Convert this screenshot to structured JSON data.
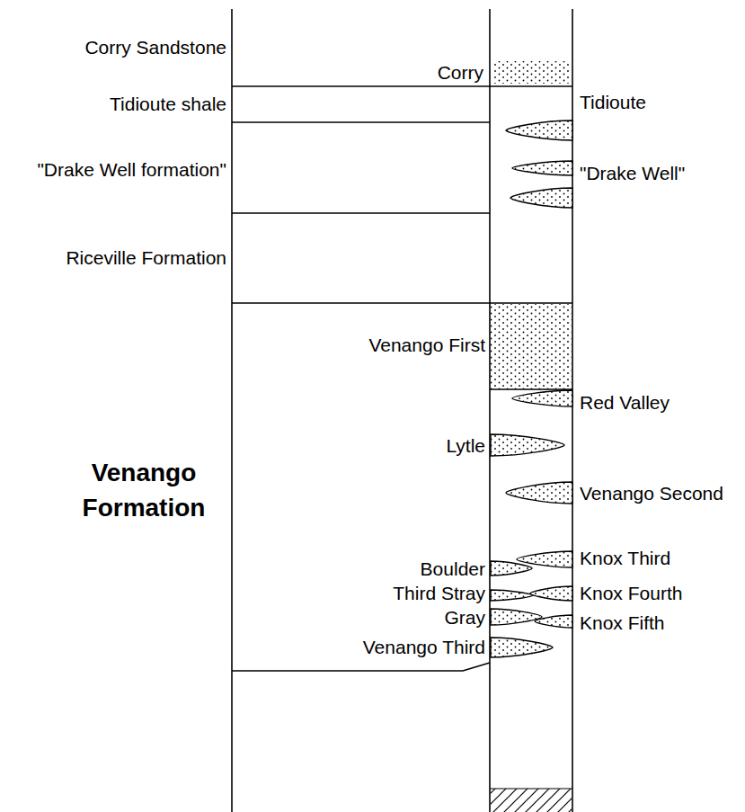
{
  "diagram": {
    "nodes": [
      {
        "text": [
          "Corry Sandstone"
        ]
      },
      {
        "text": [
          "Tidioute shale"
        ]
      },
      {
        "text": [
          "\"Drake Well formation\""
        ]
      },
      {
        "text": [
          "Riceville Formation"
        ]
      },
      {
        "text": [
          "Venango Formation"
        ]
      }
    ],
    "labels": [
      "Corry",
      "Tidioute",
      "\"Drake Well\"",
      "Venango First",
      "Red Valley",
      "Lytle",
      "Venango Second",
      "Knox Third",
      "Boulder",
      "Third Stray",
      "Knox Fourth",
      "Gray",
      "Knox Fifth",
      "Venango Third"
    ]
  }
}
